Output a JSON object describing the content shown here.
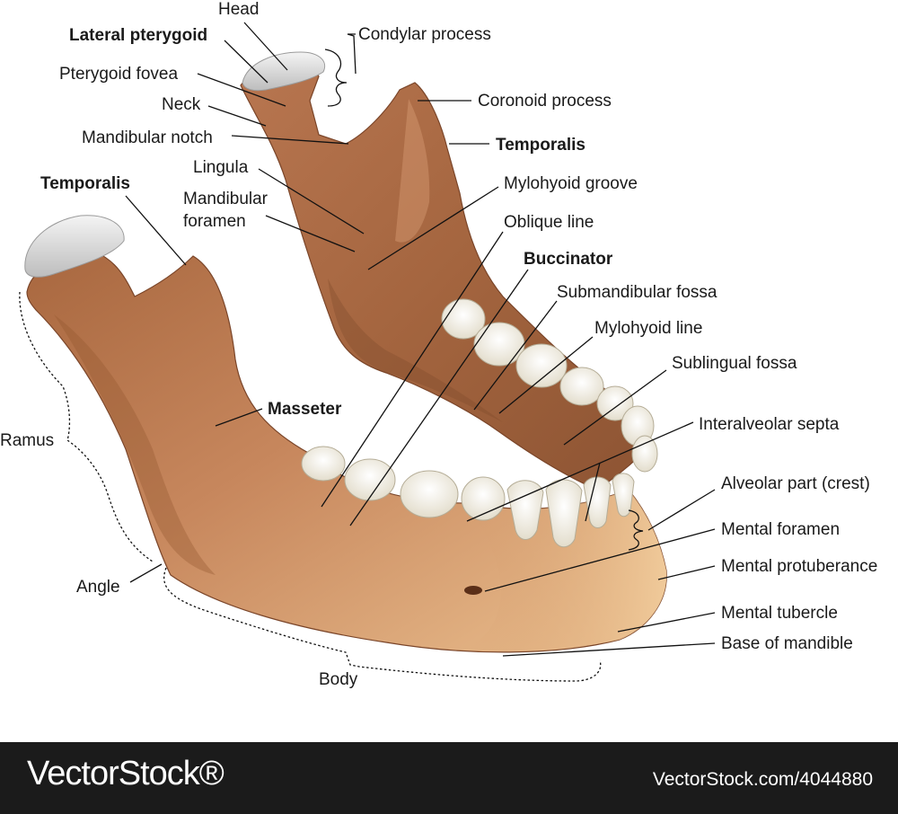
{
  "colors": {
    "bone_dark": "#9c5f3c",
    "bone_mid": "#c88862",
    "bone_light": "#e7b78a",
    "cartilage": "#dcdcdc",
    "tooth": "#f3f1ea",
    "footer_bg": "#1b1b1b"
  },
  "labels": {
    "head": "Head",
    "lateral_pterygoid": "Lateral pterygoid",
    "condylar_process": "Condylar process",
    "pterygoid_fovea": "Pterygoid fovea",
    "neck": "Neck",
    "coronoid_process": "Coronoid process",
    "mandibular_notch": "Mandibular notch",
    "temporalis_right": "Temporalis",
    "lingula": "Lingula",
    "temporalis_left": "Temporalis",
    "mylohyoid_groove": "Mylohyoid groove",
    "mandibular_foramen_1": "Mandibular",
    "mandibular_foramen_2": "foramen",
    "oblique_line": "Oblique line",
    "buccinator": "Buccinator",
    "submandibular_fossa": "Submandibular fossa",
    "mylohyoid_line": "Mylohyoid line",
    "sublingual_fossa": "Sublingual fossa",
    "masseter": "Masseter",
    "interalveolar_septa": "Interalveolar septa",
    "ramus": "Ramus",
    "alveolar_part": "Alveolar part (crest)",
    "mental_foramen": "Mental foramen",
    "angle": "Angle",
    "mental_protuberance": "Mental protuberance",
    "mental_tubercle": "Mental tubercle",
    "base_of_mandible": "Base of mandible",
    "body": "Body"
  },
  "footer": {
    "brand": "VectorStock®",
    "image_id": "VectorStock.com/4044880"
  }
}
